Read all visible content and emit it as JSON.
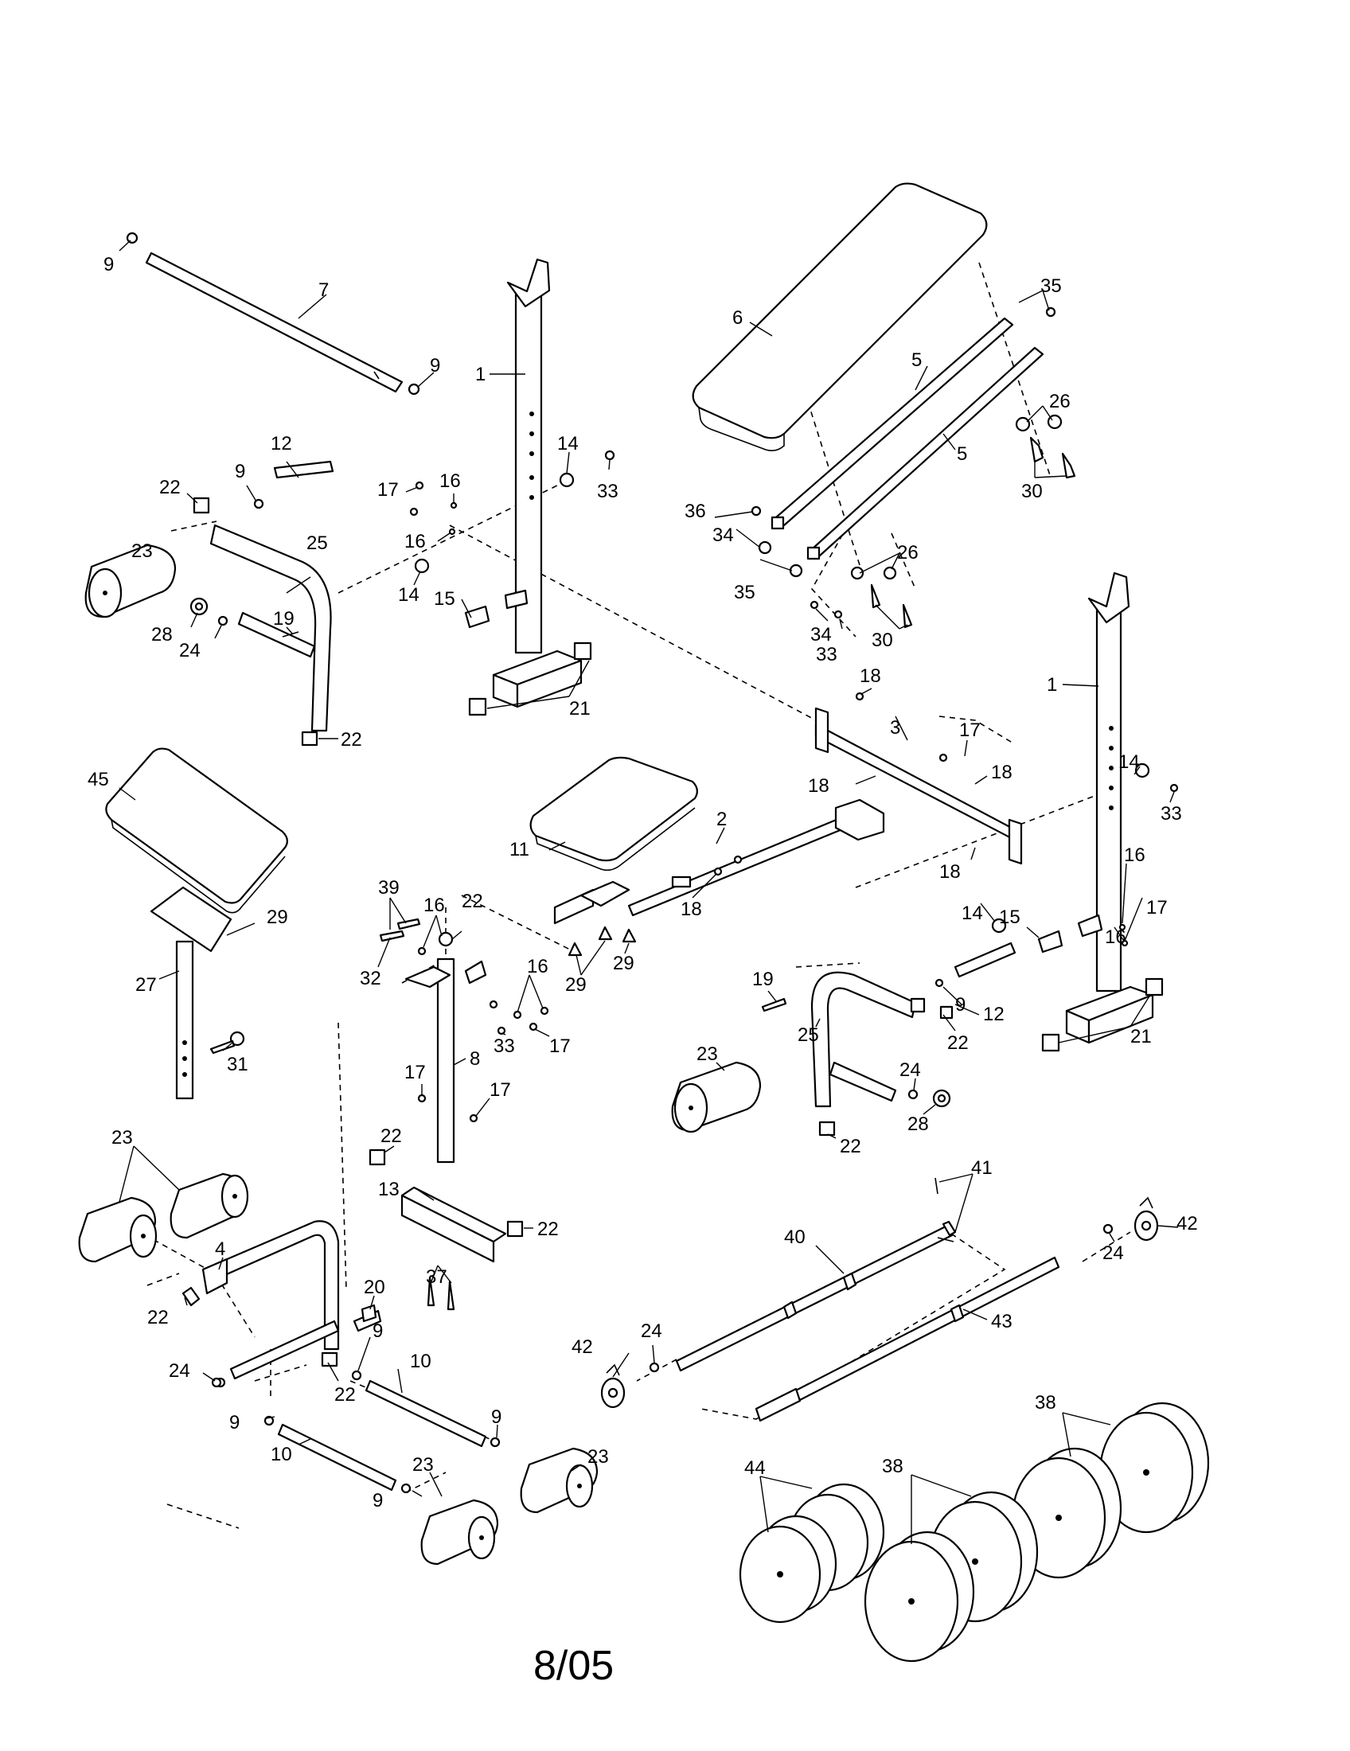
{
  "diagram": {
    "callouts": {
      "c9_a": "9",
      "c7": "7",
      "c9_b": "9",
      "c1_a": "1",
      "c6": "6",
      "c35_a": "35",
      "c5_a": "5",
      "c5_b": "5",
      "c26_a": "26",
      "c30_a": "30",
      "c12_a": "12",
      "c22_a": "22",
      "c9_c": "9",
      "c14_a": "14",
      "c33_a": "33",
      "c17_a": "17",
      "c16_a": "16",
      "c16_b": "16",
      "c23_a": "23",
      "c25_a": "25",
      "c14_b": "14",
      "c15_a": "15",
      "c28_a": "28",
      "c24_a": "24",
      "c19_a": "19",
      "c22_b": "22",
      "c21_a": "21",
      "c36": "36",
      "c34_a": "34",
      "c35_b": "35",
      "c26_b": "26",
      "c34_b": "34",
      "c33_b": "33",
      "c30_b": "30",
      "c1_b": "1",
      "c18_a": "18",
      "c3": "3",
      "c17_b": "17",
      "c18_b": "18",
      "c18_c": "18",
      "c14_c": "14",
      "c33_c": "33",
      "c18_d": "18",
      "c14_d": "14",
      "c16_c": "16",
      "c17_c": "17",
      "c15_b": "15",
      "c16_d": "16",
      "c21_b": "21",
      "c45": "45",
      "c11": "11",
      "c2": "2",
      "c18_e": "18",
      "c29_a": "29",
      "c27": "27",
      "c31": "31",
      "c39": "39",
      "c16_e": "16",
      "c22_c": "22",
      "c32": "32",
      "c16_f": "16",
      "c29_b": "29",
      "c29_c": "29",
      "c33_d": "33",
      "c17_d": "17",
      "c8": "8",
      "c17_e": "17",
      "c17_f": "17",
      "c22_d": "22",
      "c13": "13",
      "c22_e": "22",
      "c37": "37",
      "c19_b": "19",
      "c12_b": "12",
      "c9_d": "9",
      "c22_f": "22",
      "c25_b": "25",
      "c23_b": "23",
      "c24_b": "24",
      "c28_b": "28",
      "c22_g": "22",
      "c23_c": "23",
      "c4": "4",
      "c22_h": "22",
      "c20": "20",
      "c24_c": "24",
      "c9_e": "9",
      "c22_i": "22",
      "c9_f": "9",
      "c10_a": "10",
      "c10_b": "10",
      "c9_g": "9",
      "c23_d": "23",
      "c23_e": "23",
      "c9_h": "9",
      "c41": "41",
      "c40": "40",
      "c42_a": "42",
      "c24_d": "24",
      "c43": "43",
      "c24_e": "24",
      "c42_b": "42",
      "c38_a": "38",
      "c38_b": "38",
      "c44": "44"
    },
    "footer": "8/05"
  }
}
